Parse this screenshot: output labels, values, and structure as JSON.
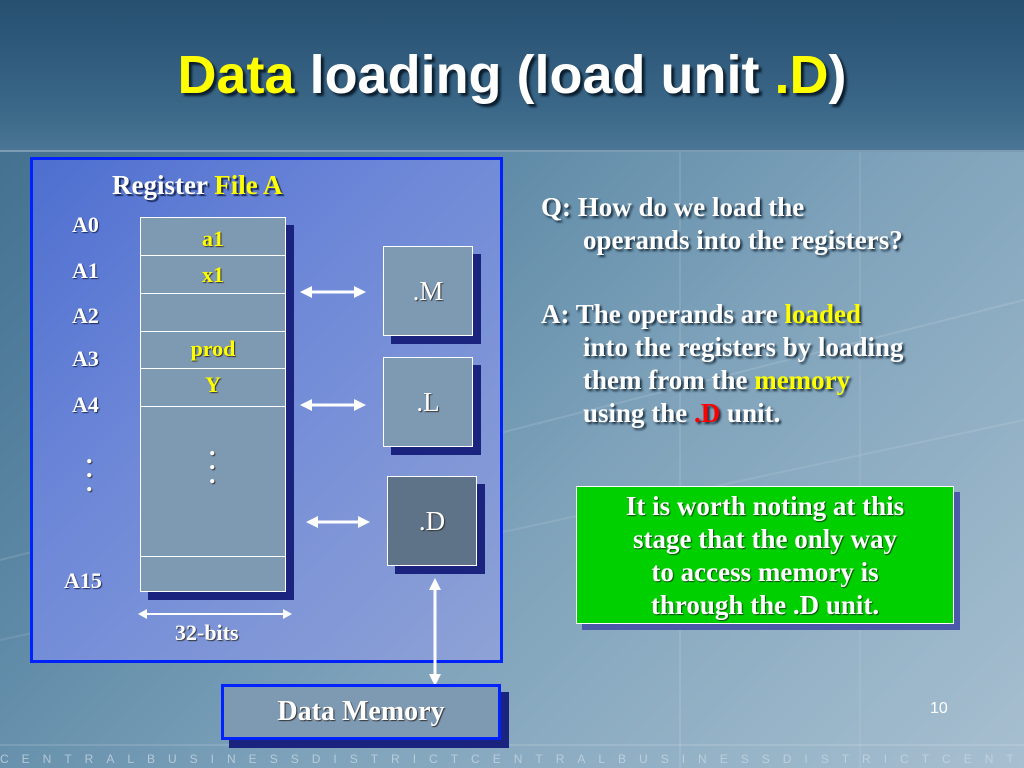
{
  "title": {
    "part1": "Data",
    "part2": " loading (load unit ",
    "part3": ".D",
    "part4": ")"
  },
  "register_file": {
    "title_part1": "Register ",
    "title_part2": "File A",
    "labels": [
      "A0",
      "A1",
      "A2",
      "A3",
      "A4",
      "A15"
    ],
    "label_dots": ". . .",
    "values": [
      "a1",
      "x1",
      "prod",
      "Y"
    ],
    "cell_dots": ". . .",
    "width_label": "32-bits"
  },
  "units": {
    "m": ".M",
    "l": ".L",
    "d": ".D"
  },
  "question": {
    "q_line1": "Q: How do we load the",
    "q_line2": "operands into the registers?",
    "a_line1_part1": "A: The operands are ",
    "a_line1_part2": "loaded",
    "a_line2": "into the registers by loading",
    "a_line3_part1": "them from the ",
    "a_line3_part2": "memory",
    "a_line4_part1": "using the ",
    "a_line4_part2": ".D",
    "a_line4_part3": " unit."
  },
  "note": {
    "line1": "It is worth noting at this",
    "line2": "stage that the only way",
    "line3": "to access memory is",
    "line4": "through the .D unit."
  },
  "data_memory_label": "Data Memory",
  "page_number": "10",
  "footer_text": "CENTRALBUSINESSDISTRICTCENTRALBUSINESSDISTRICTCENTRA",
  "colors": {
    "accent_yellow": "#ffff00",
    "accent_red": "#ff0000",
    "note_green": "#00d000",
    "panel_blue": "#0022ff"
  }
}
